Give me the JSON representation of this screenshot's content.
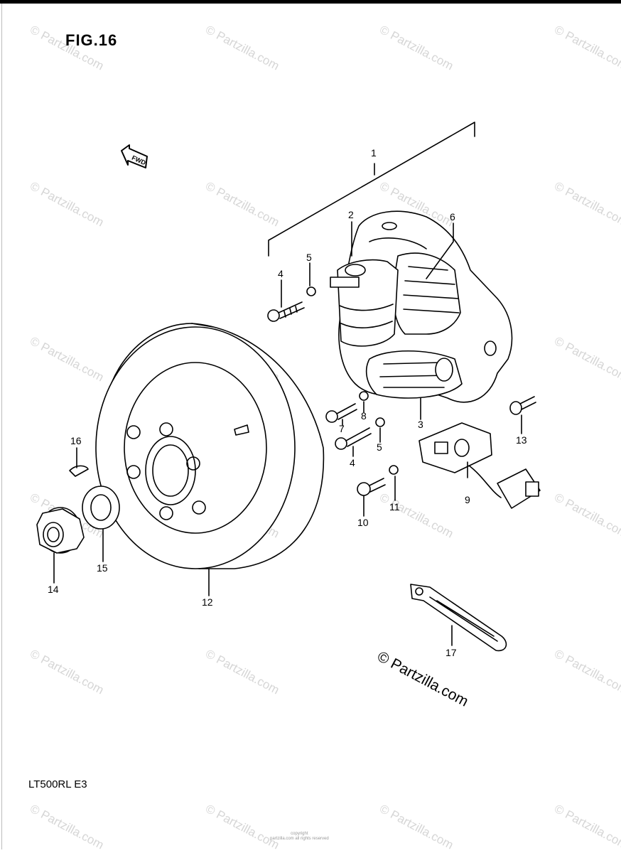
{
  "figure_title": "FIG.16",
  "model_code": "LT500RL  E3",
  "copyright_main": "© Partzilla.com",
  "watermark_text": "© Partzilla.com",
  "fwd_label": "FWD",
  "footer_small": [
    "copyright",
    "partzilla.com all rights reserved"
  ],
  "callouts": [
    "1",
    "2",
    "3",
    "4",
    "4",
    "5",
    "5",
    "6",
    "7",
    "8",
    "9",
    "10",
    "11",
    "12",
    "13",
    "14",
    "15",
    "16",
    "17"
  ]
}
